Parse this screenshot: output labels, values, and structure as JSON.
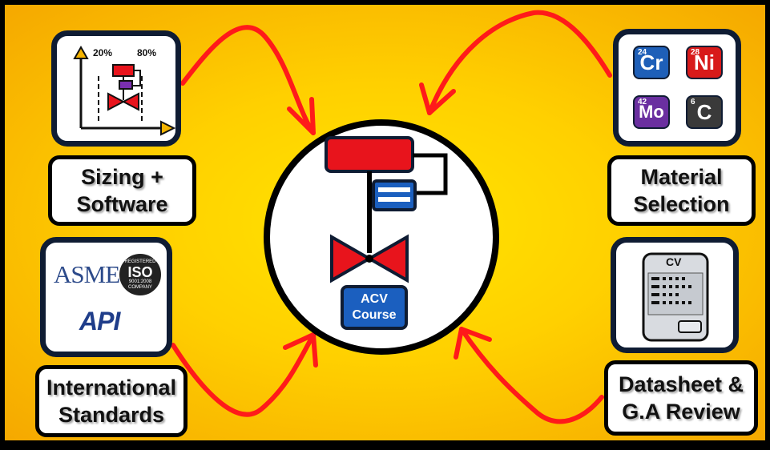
{
  "center": {
    "course_line1": "ACV",
    "course_line2": "Course"
  },
  "cards": {
    "sizing": {
      "line1": "Sizing +",
      "line2": "Software",
      "pct_low": "20%",
      "pct_high": "80%"
    },
    "material": {
      "line1": "Material",
      "line2": "Selection",
      "elements": [
        {
          "number": "24",
          "symbol": "Cr",
          "color": "#1e5fb8"
        },
        {
          "number": "28",
          "symbol": "Ni",
          "color": "#d81a1a"
        },
        {
          "number": "42",
          "symbol": "Mo",
          "color": "#6a2fa0"
        },
        {
          "number": "6",
          "symbol": "C",
          "color": "#3a3a3a"
        }
      ]
    },
    "standards": {
      "line1": "International",
      "line2": "Standards",
      "asme": "ASME",
      "iso": "ISO",
      "iso_sub1": "REGISTERED",
      "iso_sub2": "9001:2008",
      "iso_sub3": "COMPANY",
      "api": "API"
    },
    "datasheet": {
      "line1": "Datasheet &",
      "line2": "G.A Review",
      "doc_title": "CV"
    }
  },
  "colors": {
    "arrow": "#ff1a1a",
    "actuator": "#e8141c",
    "navy": "#0f1c33",
    "blue": "#1b5fbf"
  }
}
